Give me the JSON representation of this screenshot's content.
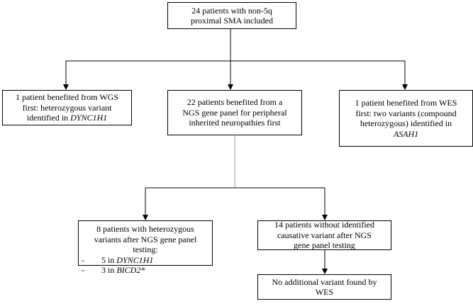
{
  "nodes": {
    "root": {
      "lines": [
        "24 patients with non-5q",
        "proximal SMA included"
      ]
    },
    "wgs": {
      "lines": [
        "1 patient benefited from WGS",
        "first: heterozygous variant"
      ],
      "line3_prefix": "identified in ",
      "gene": "DYNC1H1"
    },
    "panel": {
      "lines": [
        "22 patients benefited from a",
        "NGS gene panel for peripheral",
        "inherited neuropathies first"
      ]
    },
    "wes": {
      "lines": [
        "1 patient benefited from WES",
        "first: two variants (compound",
        "heterozygous) identified in"
      ],
      "gene": "ASAH1"
    },
    "positive": {
      "lines": [
        "8 patients with heterozygous",
        "variants after NGS gene panel",
        "testing:"
      ],
      "bullets": [
        {
          "dash": "-",
          "count": "5 in ",
          "gene": "DYNC1H1"
        },
        {
          "dash": "-",
          "count": "3 in ",
          "gene": "BICD2*"
        }
      ]
    },
    "negative": {
      "lines": [
        "14 patients without identified",
        "causative variant after NGS",
        "gene panel testing"
      ]
    },
    "final": {
      "lines": [
        "No additional variant found by",
        "WES"
      ]
    }
  }
}
